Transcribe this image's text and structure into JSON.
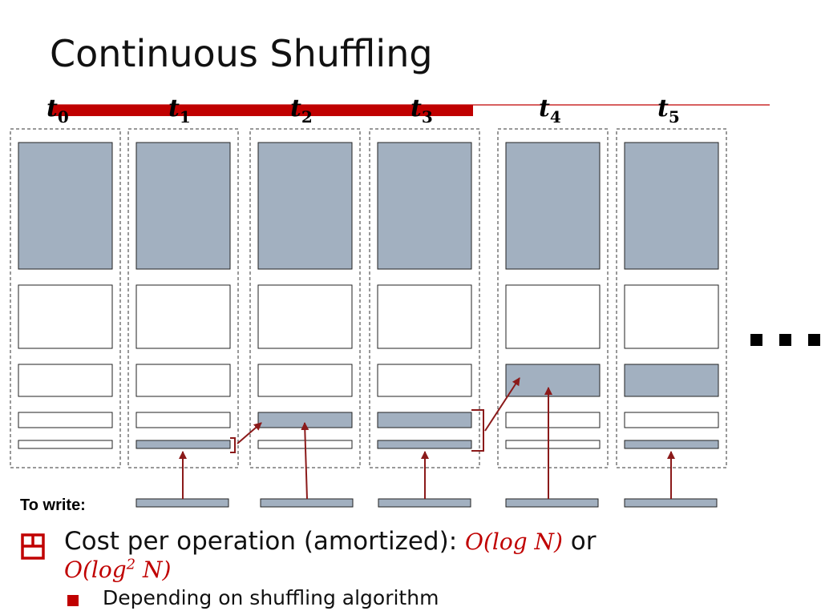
{
  "slide": {
    "title": "Continuous Shuffling",
    "timesteps": [
      {
        "symbol": "t",
        "sub": "0"
      },
      {
        "symbol": "t",
        "sub": "1"
      },
      {
        "symbol": "t",
        "sub": "2"
      },
      {
        "symbol": "t",
        "sub": "3"
      },
      {
        "symbol": "t",
        "sub": "4"
      },
      {
        "symbol": "t",
        "sub": "5"
      }
    ],
    "ellipsis": "...",
    "to_write_label": "To write:",
    "bullet": {
      "text": "Cost per operation (amortized): ",
      "math1": "O(log N)",
      "conj": " or",
      "math2_pre": "O(log",
      "math2_sup": "2",
      "math2_post": " N)"
    },
    "sub_bullet": "Depending on shuffling algorithm",
    "colors": {
      "accent": "#c00000",
      "arrow": "#8b1a1a",
      "filled_level": "#a2b0c0",
      "text": "#111111"
    }
  },
  "chart_data": {
    "type": "diagram",
    "levels": [
      "L1",
      "L2",
      "L3",
      "L4",
      "L5"
    ],
    "columns": [
      {
        "t": 0,
        "filled": [
          "L1"
        ],
        "write": false
      },
      {
        "t": 1,
        "filled": [
          "L1",
          "L5"
        ],
        "write": true
      },
      {
        "t": 2,
        "filled": [
          "L1",
          "L4"
        ],
        "write": true
      },
      {
        "t": 3,
        "filled": [
          "L1",
          "L4",
          "L5"
        ],
        "write": true
      },
      {
        "t": 4,
        "filled": [
          "L1",
          "L3"
        ],
        "write": true
      },
      {
        "t": 5,
        "filled": [
          "L1",
          "L3",
          "L5"
        ],
        "write": true
      }
    ]
  }
}
